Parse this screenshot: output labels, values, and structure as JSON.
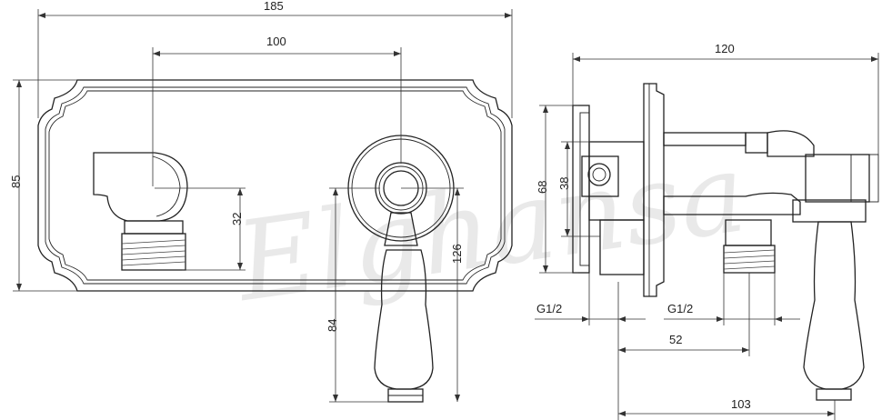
{
  "watermark": "Elghansa",
  "dimensions": {
    "front_width": "185",
    "front_height": "85",
    "center_distance": "100",
    "spout_offset": "32",
    "lever_drop": "126",
    "lever_length": "84",
    "side_depth": "120",
    "side_flange_height": "68",
    "side_body_height": "38",
    "thread_left": "G1/2",
    "thread_right": "G1/2",
    "outlet_offset": "52",
    "overall_projection": "103"
  }
}
